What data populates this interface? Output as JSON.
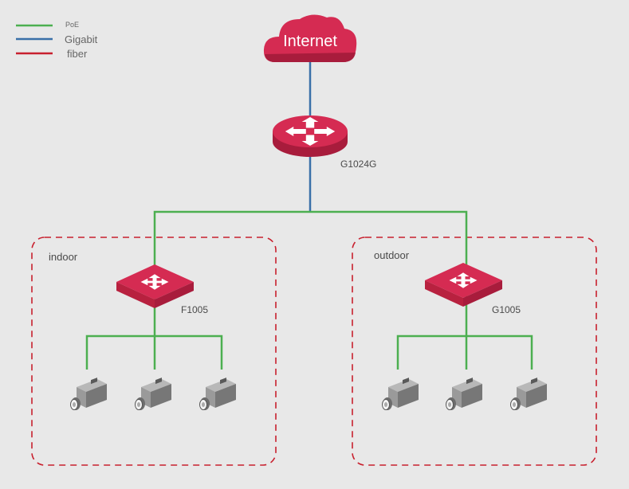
{
  "colors": {
    "poe": "#4caf50",
    "gigabit": "#3a70a8",
    "fiber": "#c8202e",
    "device": "#d52b52",
    "device_dark": "#a81c3c",
    "zone_border": "#c8202e",
    "background": "#e8e8e8"
  },
  "legend": [
    {
      "label": "PoE",
      "color": "#4caf50"
    },
    {
      "label": "Gigabit",
      "color": "#3a70a8"
    },
    {
      "label": "fiber",
      "color": "#c8202e"
    }
  ],
  "internet": {
    "label": "Internet",
    "icon": "cloud-icon"
  },
  "core_switch": {
    "label": "G1024G",
    "icon": "router-icon"
  },
  "zones": [
    {
      "label": "indoor",
      "switch_label": "F1005",
      "camera_count": 3
    },
    {
      "label": "outdoor",
      "switch_label": "G1005",
      "camera_count": 3
    }
  ]
}
